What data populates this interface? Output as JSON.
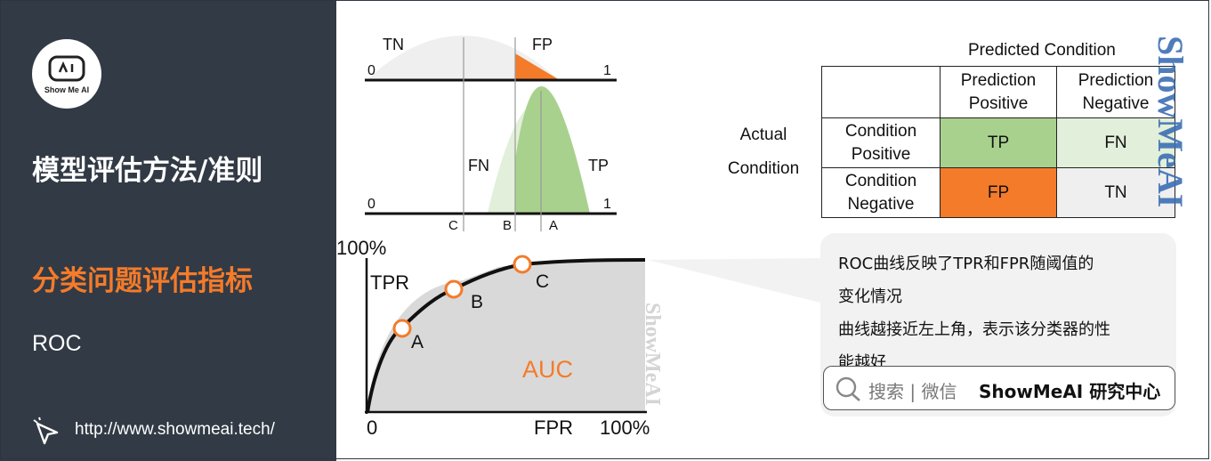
{
  "sidebar": {
    "logo_text": "Show Me AI",
    "title": "模型评估方法/准则",
    "subtitle": "分类问题评估指标",
    "topic": "ROC",
    "url": "http://www.showmeai.tech/"
  },
  "threshold_diagram": {
    "top_axis": {
      "left": "0",
      "right": "1",
      "tn": "TN",
      "fp": "FP"
    },
    "bottom_axis": {
      "left": "0",
      "right": "1",
      "fn": "FN",
      "tp": "TP"
    },
    "markers": [
      "C",
      "B",
      "A"
    ]
  },
  "roc": {
    "y_top": "100%",
    "y_label": "TPR",
    "x_origin": "0",
    "x_label": "FPR",
    "x_right": "100%",
    "auc": "AUC",
    "points": [
      {
        "label": "A",
        "fpr": 0.13,
        "tpr": 0.55
      },
      {
        "label": "B",
        "fpr": 0.3,
        "tpr": 0.8
      },
      {
        "label": "C",
        "fpr": 0.54,
        "tpr": 0.96
      }
    ]
  },
  "confusion_matrix": {
    "predicted_header": "Predicted Condition",
    "pred_positive": [
      "Prediction",
      "Positive"
    ],
    "pred_negative": [
      "Prediction",
      "Negative"
    ],
    "actual_header": [
      "Actual",
      "Condition"
    ],
    "cond_positive": [
      "Condition",
      "Positive"
    ],
    "cond_negative": [
      "Condition",
      "Negative"
    ],
    "cells": {
      "tp": "TP",
      "fn": "FN",
      "fp": "FP",
      "tn": "TN"
    },
    "colors": {
      "tp": "#a9d18e",
      "fn": "#e2efda",
      "fp": "#f47b2a",
      "tn": "#efefef"
    }
  },
  "callout": {
    "line1": "ROC曲线反映了TPR和FPR随阈值的",
    "line2": "变化情况",
    "line3": "曲线越接近左上角，表示该分类器的性",
    "line4": "能越好"
  },
  "search": {
    "hint": "搜索 | 微信",
    "brand": "ShowMeAI 研究中心"
  },
  "watermark": "ShowMeAI"
}
